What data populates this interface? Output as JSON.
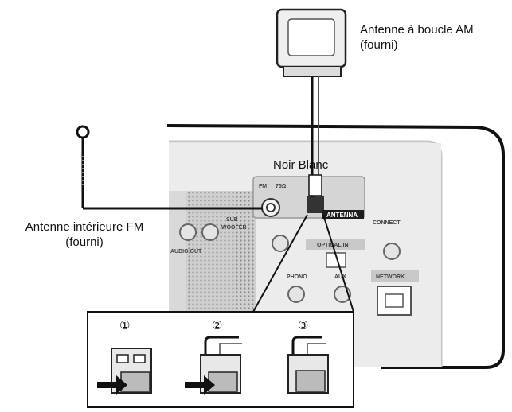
{
  "labels": {
    "am_antenna": "Antenne à boucle AM",
    "am_supplied": "(fourni)",
    "fm_antenna": "Antenne intérieure FM",
    "fm_supplied": "(fourni)",
    "wire_colors": "Noir Blanc"
  },
  "panel": {
    "fm": "FM",
    "ohm": "75Ω",
    "antenna": "ANTENNA",
    "sub": "SUB",
    "woofer": "WOOFER",
    "audio_out": "AUDIO OUT",
    "optical_in": "OPTICAL IN",
    "connect": "CONNECT",
    "phono": "PHONO",
    "aux": "AUX",
    "network": "NETWORK"
  },
  "steps": [
    "①",
    "②",
    "③"
  ]
}
